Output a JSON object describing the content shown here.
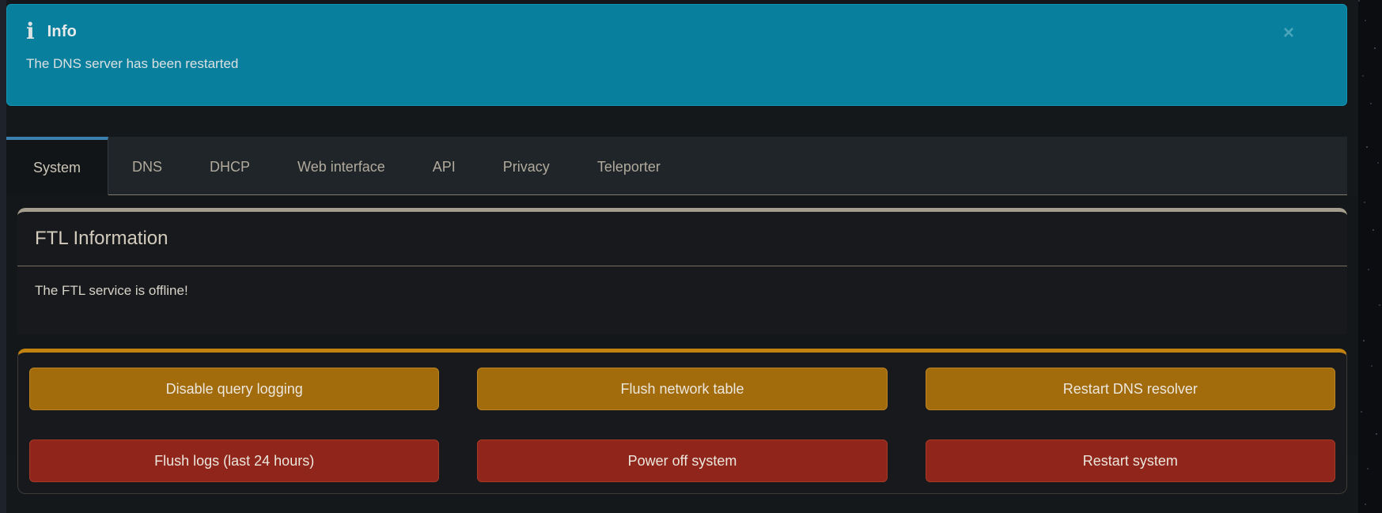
{
  "notification": {
    "icon_glyph": "i",
    "title": "Info",
    "message": "The DNS server has been restarted",
    "close_label": "×"
  },
  "tabs": {
    "items": [
      {
        "label": "System",
        "active": true
      },
      {
        "label": "DNS",
        "active": false
      },
      {
        "label": "DHCP",
        "active": false
      },
      {
        "label": "Web interface",
        "active": false
      },
      {
        "label": "API",
        "active": false
      },
      {
        "label": "Privacy",
        "active": false
      },
      {
        "label": "Teleporter",
        "active": false
      }
    ]
  },
  "ftl_card": {
    "title": "FTL Information",
    "body": "The FTL service is offline!"
  },
  "actions_card": {
    "buttons": [
      {
        "label": "Disable query logging",
        "type": "warning"
      },
      {
        "label": "Flush network table",
        "type": "warning"
      },
      {
        "label": "Restart DNS resolver",
        "type": "warning"
      },
      {
        "label": "Flush logs (last 24 hours)",
        "type": "danger"
      },
      {
        "label": "Power off system",
        "type": "danger"
      },
      {
        "label": "Restart system",
        "type": "danger"
      }
    ]
  },
  "colors": {
    "info_banner": "#087f9d",
    "active_tab_accent": "#3a7fae",
    "ftl_card_accent": "#a59d8d",
    "danger_card_accent": "#c1820f",
    "warning_button": "#a26b0c",
    "danger_button": "#8f251b"
  }
}
